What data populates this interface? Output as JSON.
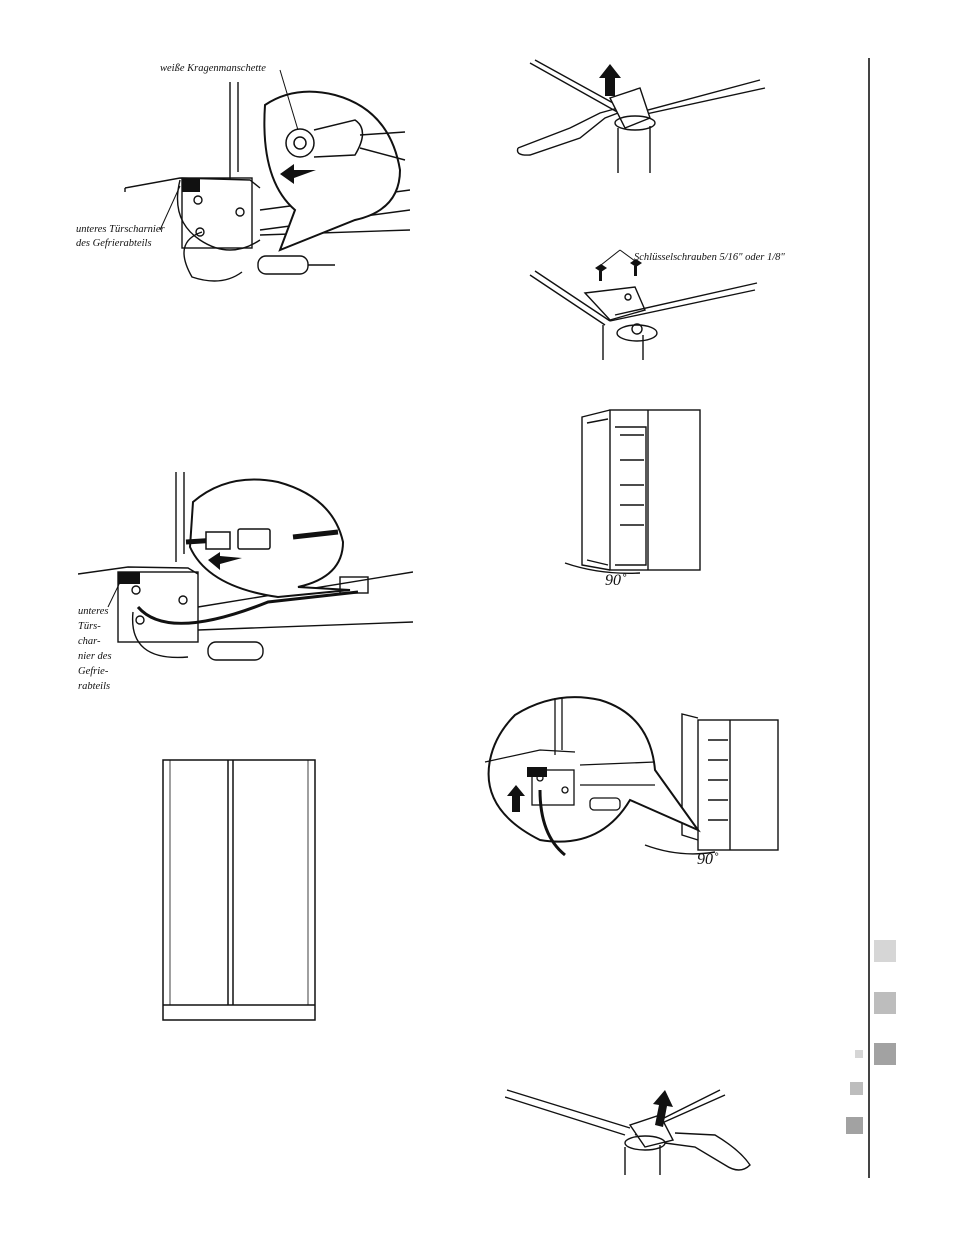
{
  "labels": {
    "collar": "weiße Kragenmanschette",
    "hinge_label_1_line1": "unteres Türscharnier",
    "hinge_label_1_line2": "des Gefrierabteils",
    "screws": "Schlüsselschrauben 5/16\" oder 1/8\"",
    "hinge_label_2_lines": [
      "unteres",
      "Türs-",
      "char-",
      "nier des",
      "Gefrie-",
      "rabteils"
    ],
    "angle_1": "90˚",
    "angle_2": "90˚"
  },
  "icons": {
    "arrow": "arrow-icon",
    "tab_marker": "square-tab"
  },
  "colors": {
    "line": "#111111",
    "tab_light": "#d6d6d6",
    "tab_mid": "#bdbdbd",
    "tab_dark": "#a2a2a2"
  }
}
